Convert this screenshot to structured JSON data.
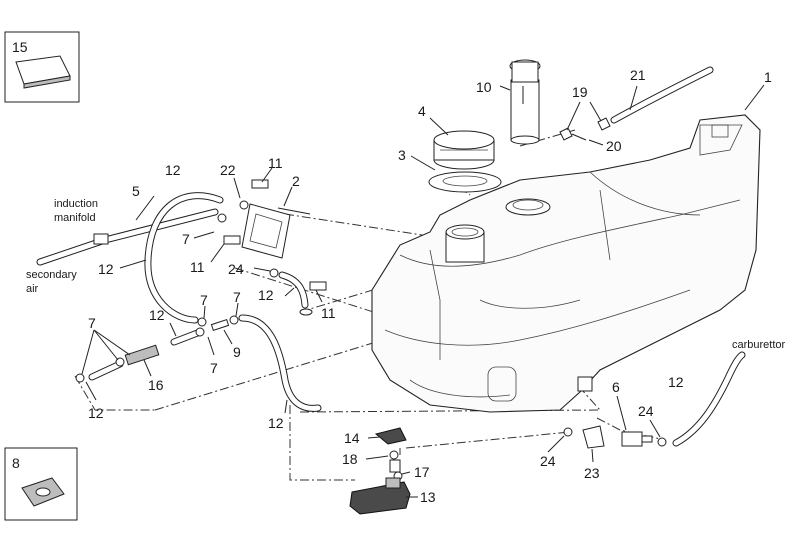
{
  "callouts": {
    "c1": "1",
    "c2": "2",
    "c3": "3",
    "c4": "4",
    "c5": "5",
    "c6": "6",
    "c7": "7",
    "c8": "8",
    "c9": "9",
    "c10": "10",
    "c11": "11",
    "c12": "12",
    "c13": "13",
    "c14": "14",
    "c15": "15",
    "c16": "16",
    "c17": "17",
    "c18": "18",
    "c19": "19",
    "c20": "20",
    "c21": "21",
    "c22": "22",
    "c23": "23",
    "c24": "24"
  },
  "notes": {
    "induction_line1": "induction",
    "induction_line2": "manifold",
    "secondary_line1": "secondary",
    "secondary_line2": "air",
    "carburettor": "carburettor"
  }
}
